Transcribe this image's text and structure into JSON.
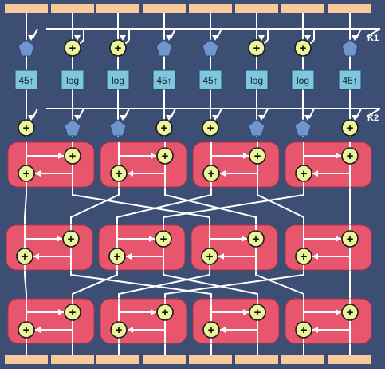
{
  "diagram": {
    "labels": {
      "key1": "K1",
      "key2": "K2"
    },
    "plus_symbol": "+",
    "top_row_ops": [
      "xor",
      "add",
      "add",
      "xor",
      "xor",
      "add",
      "add",
      "xor"
    ],
    "mid_row_boxes": [
      "45↑",
      "log",
      "log",
      "45↑",
      "45↑",
      "log",
      "log",
      "45↑"
    ],
    "bottom_row_ops": [
      "add",
      "xor",
      "xor",
      "add",
      "add",
      "xor",
      "xor",
      "add"
    ],
    "pht_stages": 3,
    "pht_units_per_stage": 4,
    "colors": {
      "background": "#3d4e75",
      "io_block": "#f7c99b",
      "box_fill": "#7ec7df",
      "box_stroke": "#1f4f66",
      "adder_fill": "#eaf49a",
      "xor_fill": "#6f95cc",
      "pht_fill": "#e8566d",
      "wire": "#ffffff"
    }
  }
}
